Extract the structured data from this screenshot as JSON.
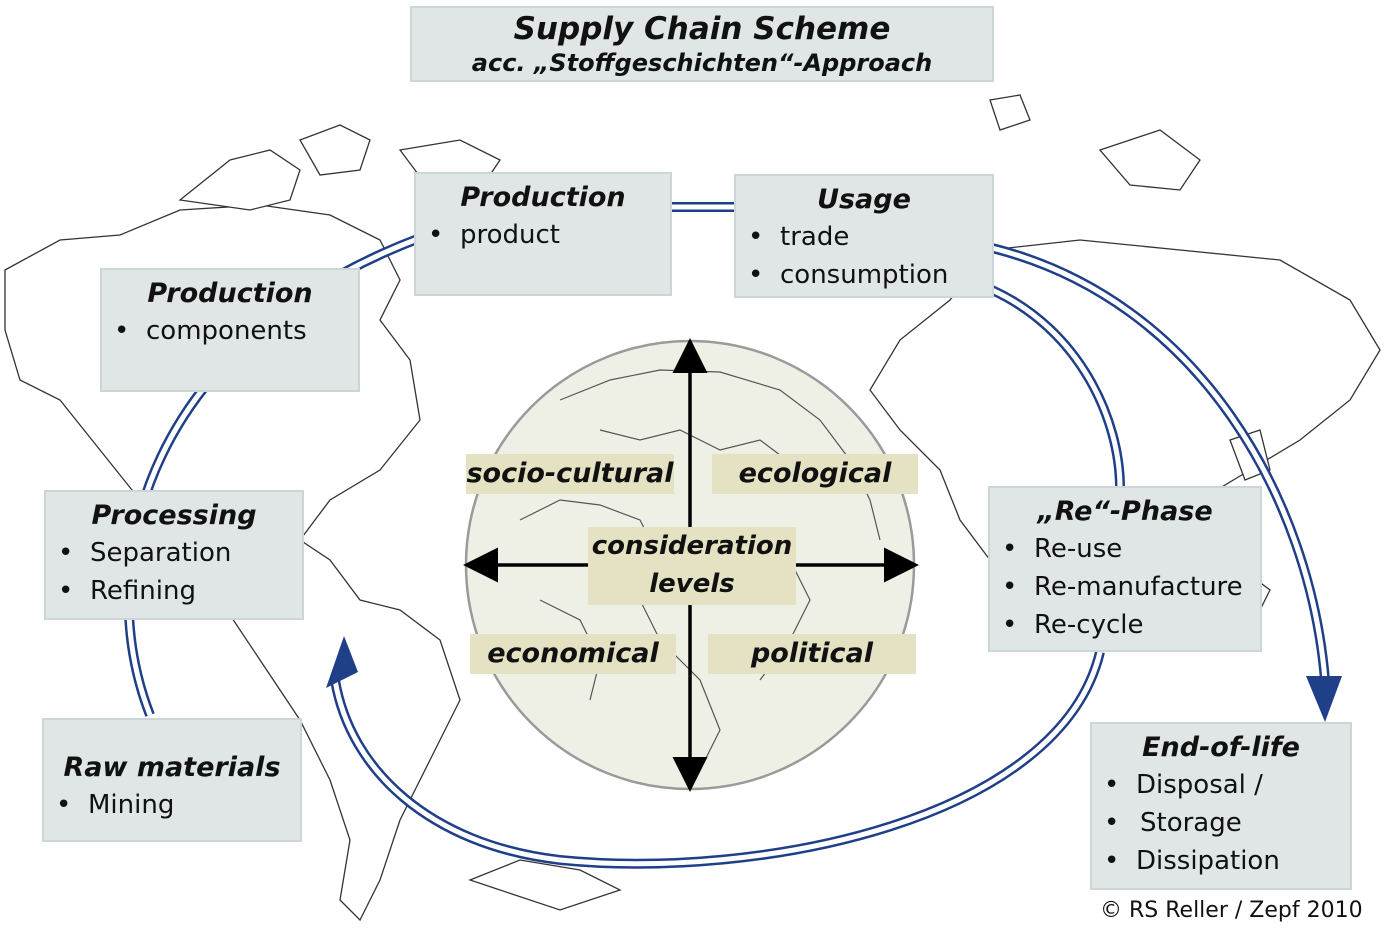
{
  "title": {
    "line1": "Supply Chain Scheme",
    "line2": "acc. „Stoffgeschichten“-Approach"
  },
  "stages": {
    "production_product": {
      "heading": "Production",
      "items": [
        "product"
      ]
    },
    "usage": {
      "heading": "Usage",
      "items": [
        "trade",
        "consumption"
      ]
    },
    "production_components": {
      "heading": "Production",
      "items": [
        "components"
      ]
    },
    "processing": {
      "heading": "Processing",
      "items": [
        "Separation",
        "Refining"
      ]
    },
    "raw_materials": {
      "heading": "Raw materials",
      "items": [
        "Mining"
      ]
    },
    "re_phase": {
      "heading": "„Re“-Phase",
      "items": [
        "Re-use",
        "Re-manufacture",
        "Re-cycle"
      ]
    },
    "end_of_life": {
      "heading": "End-of-life",
      "items": [
        "Disposal /",
        "Storage",
        "Dissipation"
      ]
    }
  },
  "levels": {
    "socio_cultural": "socio-cultural",
    "ecological": "ecological",
    "economical": "economical",
    "political": "political",
    "center_line1": "consideration",
    "center_line2": "levels"
  },
  "copyright": "© RS Reller / Zepf 2010",
  "colors": {
    "arrow": "#1f3f88",
    "box_fill": "#e0e6e6",
    "level_fill": "#e5e2c4",
    "globe_fill": "#eef0e6"
  }
}
